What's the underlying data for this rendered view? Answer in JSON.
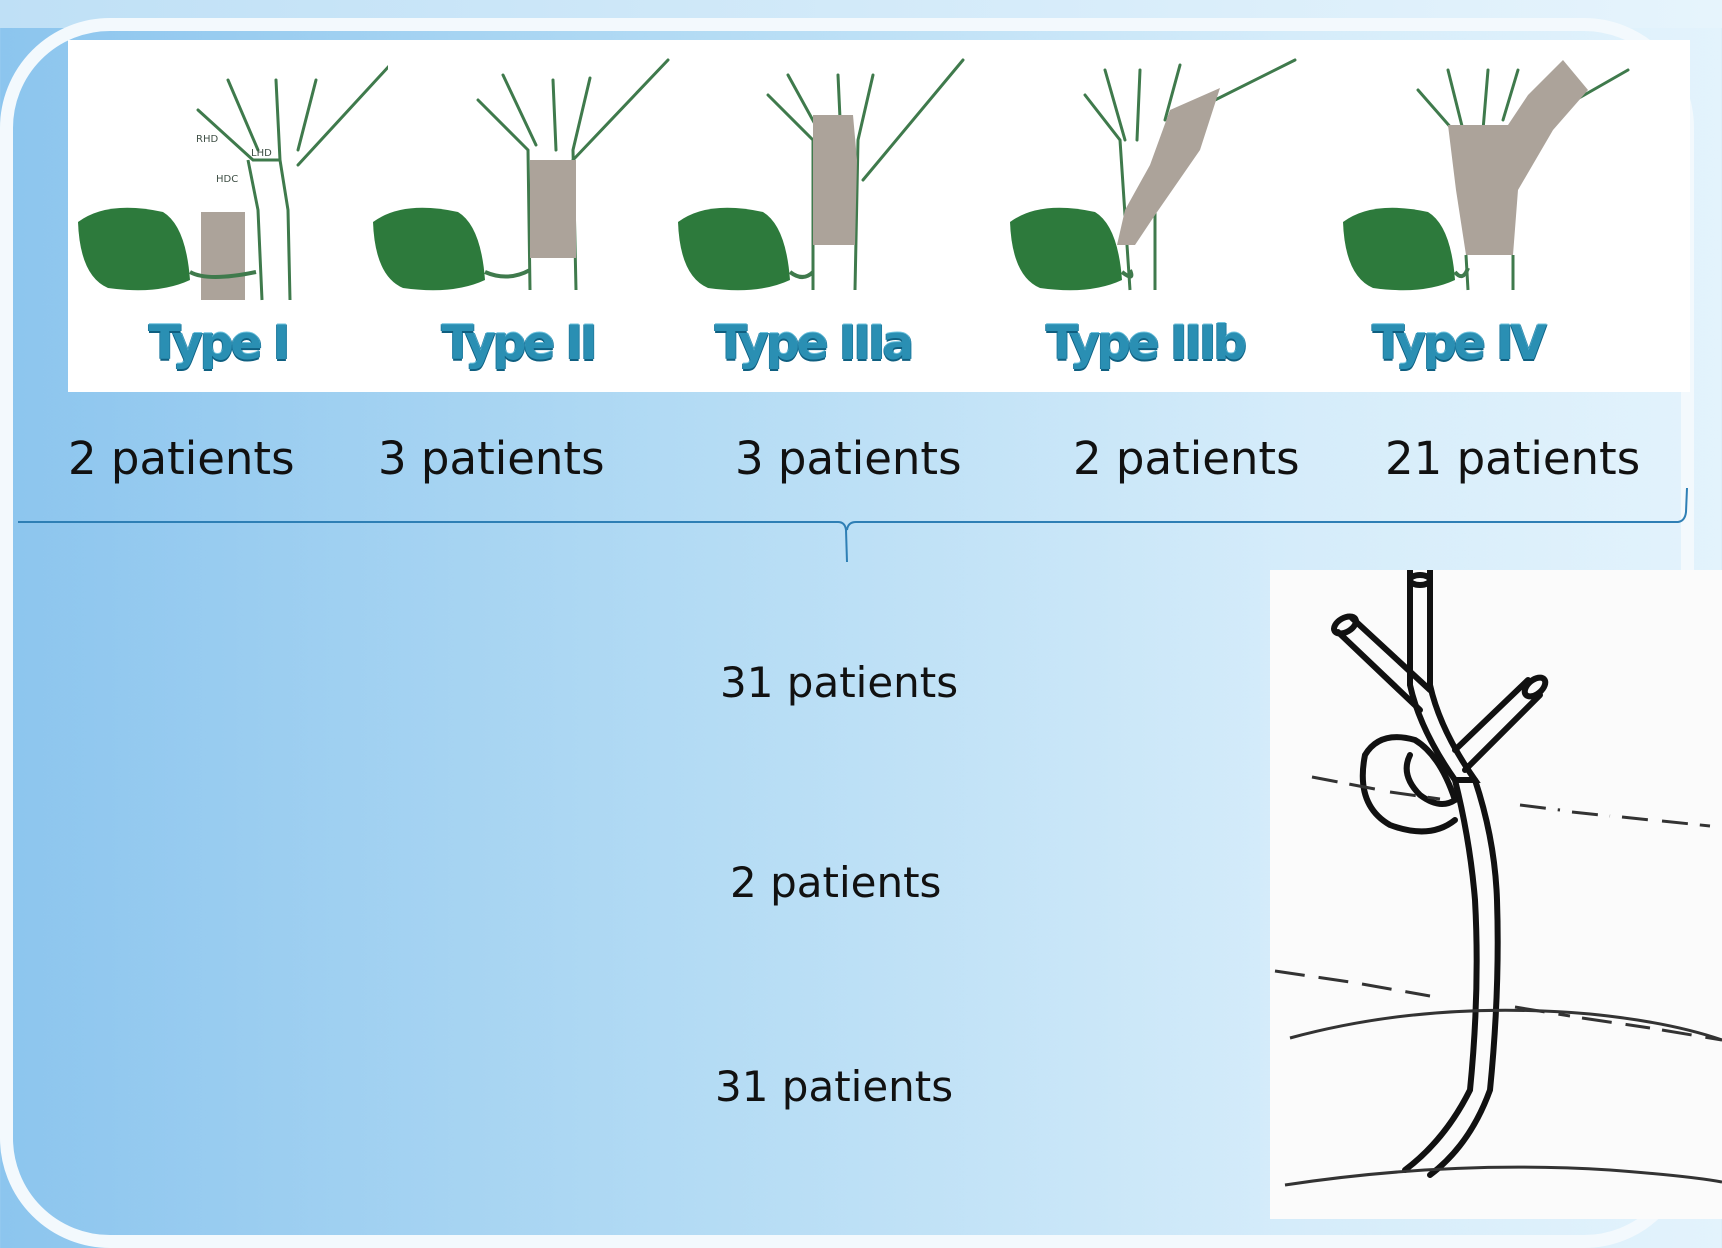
{
  "types": [
    {
      "label": "Type I",
      "count": "2 patients"
    },
    {
      "label": "Type II",
      "count": "3 patients"
    },
    {
      "label": "Type IIIa",
      "count": "3 patients"
    },
    {
      "label": "Type IIIb",
      "count": "2 patients"
    },
    {
      "label": "Type IV",
      "count": "21 patients"
    }
  ],
  "duct_labels": {
    "rhd": "RHD",
    "lhd": "LHD",
    "hdc": "HDC"
  },
  "totals": [
    "31 patients",
    "2 patients",
    "31 patients"
  ],
  "colors": {
    "gallbladder": "#2d7a3c",
    "duct_outline": "#3f7a4c",
    "tumor": "#aca39a",
    "label_blue": "#2a8fb3",
    "background": "#a9d6f2"
  }
}
